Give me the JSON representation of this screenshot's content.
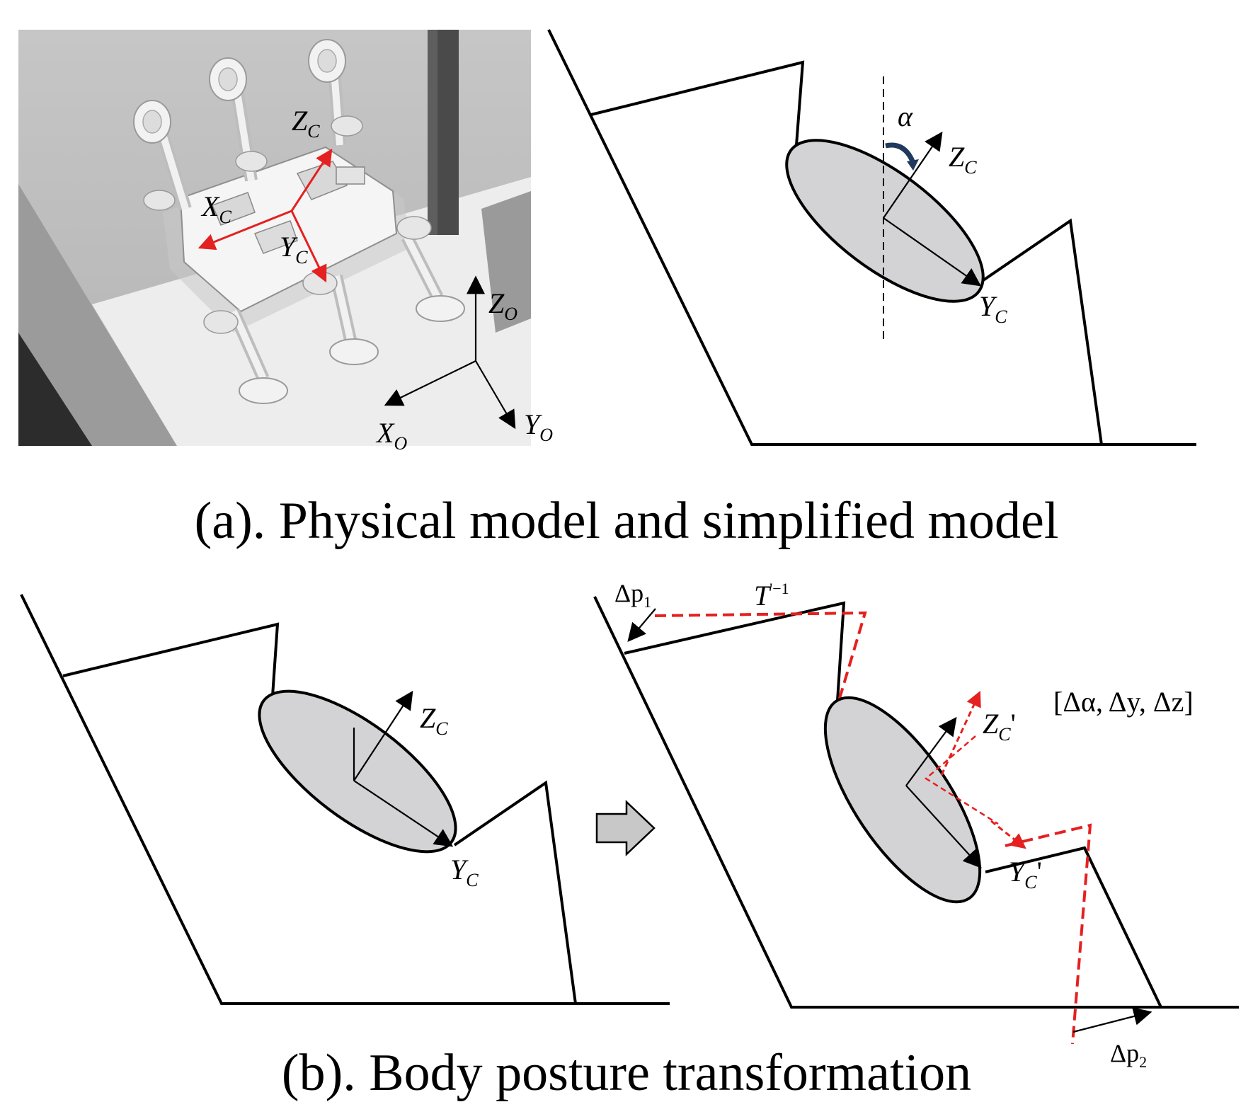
{
  "captions": {
    "a": "(a). Physical model and simplified model",
    "b": "(b). Body posture transformation"
  },
  "labels": {
    "zc": "Z",
    "xc": "X",
    "yc": "Y",
    "c": "C",
    "zo": "Z",
    "xo": "X",
    "yo": "Y",
    "o": "O",
    "alpha": "α",
    "zc_prime": "Z",
    "yc_prime": "Y",
    "prime": "'",
    "delta_p1": "Δp",
    "sub1": "1",
    "delta_p2": "Δp",
    "sub2": "2",
    "t_inv": "T",
    "t_sup": "'−1",
    "delta_vector": "[Δα, Δy, Δz]"
  },
  "colors": {
    "line": "#000000",
    "body_fill": "#d3d3d5",
    "red": "#e52020",
    "alpha_arrow": "#1f3a5c",
    "arrow_fill": "#c8c8c8"
  }
}
